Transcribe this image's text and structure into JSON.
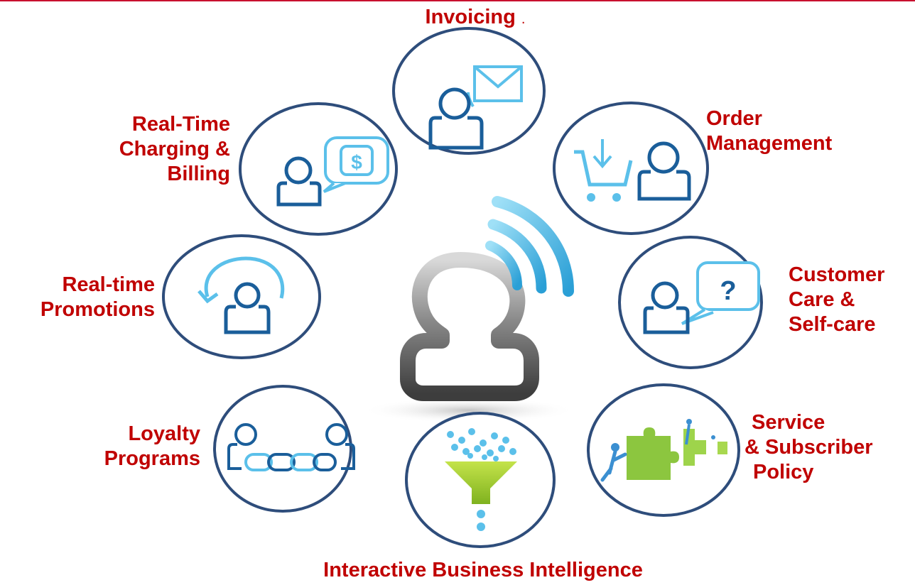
{
  "diagram": {
    "center": {
      "icon": "connected-user-icon"
    },
    "modules": [
      {
        "id": "invoicing",
        "lines": [
          "Invoicing"
        ],
        "trailing": ".",
        "icon": "user-envelope-icon"
      },
      {
        "id": "order-management",
        "lines": [
          "Order",
          "Management"
        ],
        "icon": "cart-user-icon"
      },
      {
        "id": "customer-care",
        "lines": [
          "Customer",
          "Care &",
          "Self-care"
        ],
        "icon": "user-question-icon"
      },
      {
        "id": "service-policy",
        "lines": [
          "Service",
          "& Subscriber",
          "Policy"
        ],
        "icon": "puzzle-people-icon"
      },
      {
        "id": "business-intelligence",
        "lines": [
          "Interactive Business Intelligence"
        ],
        "icon": "funnel-icon"
      },
      {
        "id": "loyalty",
        "lines": [
          "Loyalty",
          "Programs"
        ],
        "icon": "chained-users-icon"
      },
      {
        "id": "promotions",
        "lines": [
          "Real-time",
          "Promotions"
        ],
        "icon": "user-cycle-icon"
      },
      {
        "id": "charging",
        "lines": [
          "Real-Time",
          "Charging &",
          "Billing"
        ],
        "icon": "user-dollar-icon"
      }
    ],
    "colors": {
      "label": "#c00000",
      "circle_stroke": "#2e4d7b",
      "icon_dark": "#1a5e9a",
      "icon_light": "#5bc0ea",
      "puzzle": "#8cc63f"
    }
  }
}
